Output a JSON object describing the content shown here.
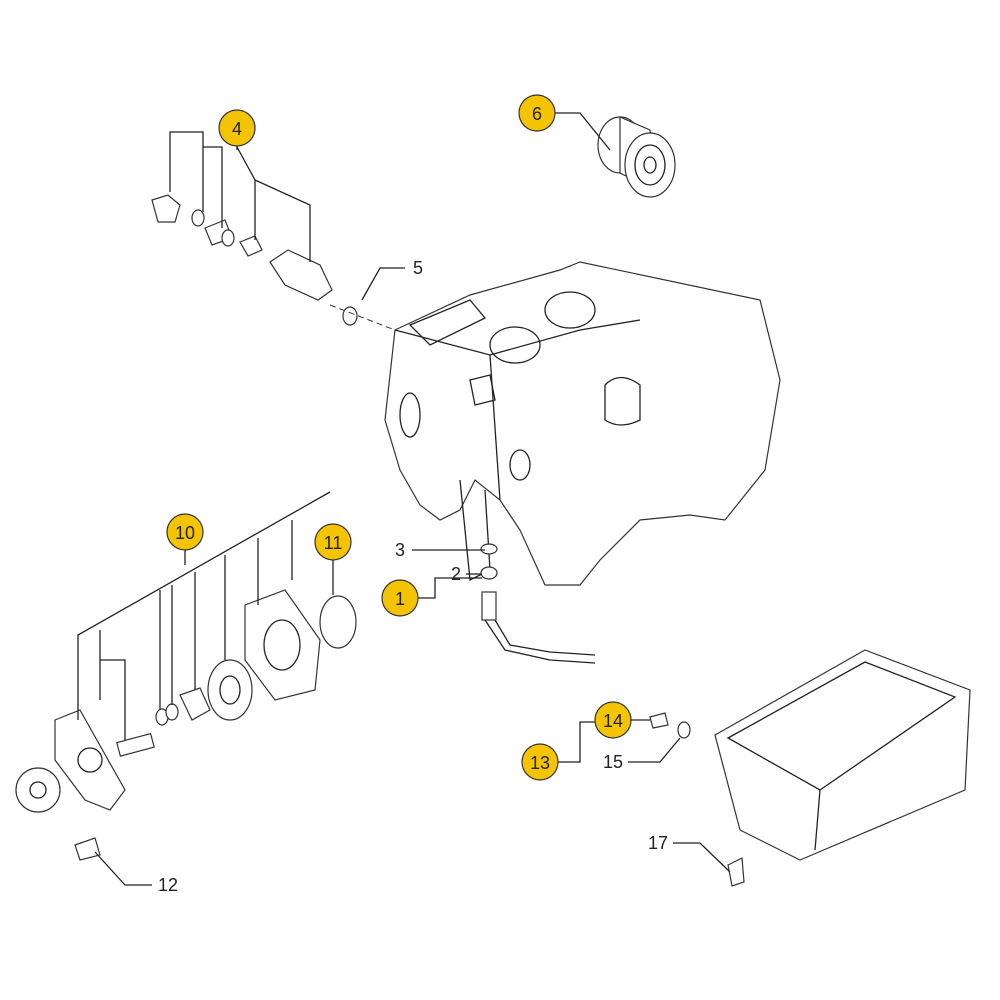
{
  "diagram": {
    "highlight_color": "#F5C400",
    "callouts_highlighted": {
      "c1": "1",
      "c4": "4",
      "c6": "6",
      "c10": "10",
      "c11": "11",
      "c13": "13",
      "c14": "14"
    },
    "callouts_plain": {
      "c2": "2",
      "c3": "3",
      "c5": "5",
      "c12": "12",
      "c15": "15",
      "c17": "17"
    }
  }
}
